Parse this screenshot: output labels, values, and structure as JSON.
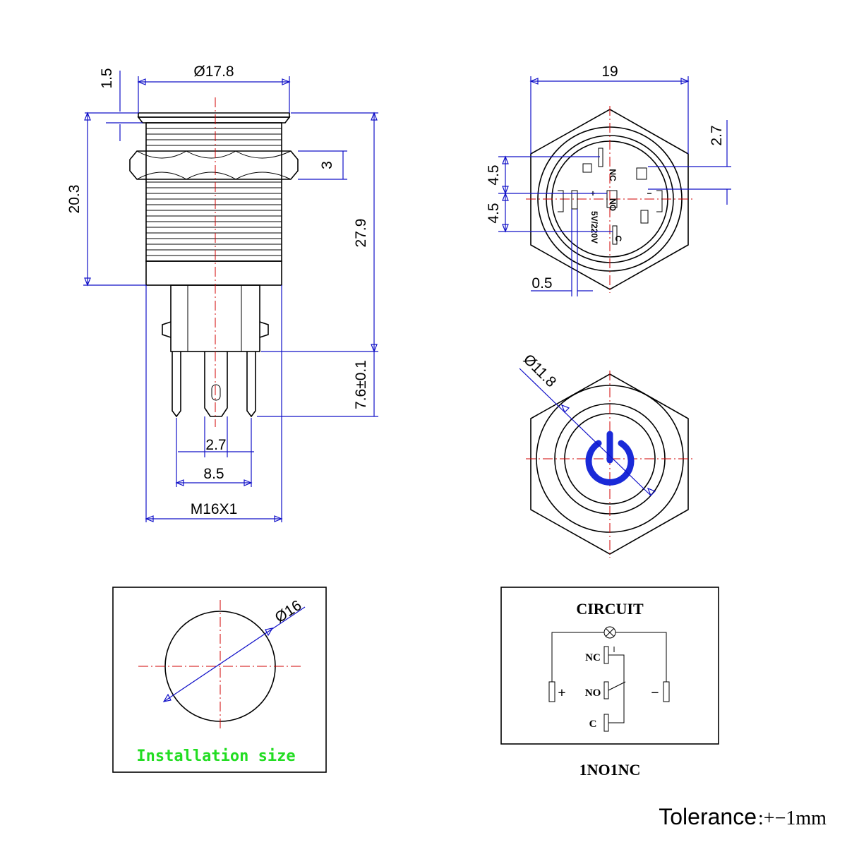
{
  "side_view": {
    "dim_flange_thickness": "1.5",
    "dim_head_diameter": "Ø17.8",
    "dim_nut_height": "3",
    "dim_body_length": "20.3",
    "dim_total_length": "27.9",
    "dim_terminal_length": "7.6±0.1",
    "dim_terminal_width": "2.7",
    "dim_terminal_spacing": "8.5",
    "dim_thread": "M16X1"
  },
  "rear_view": {
    "dim_hex_width": "19",
    "dim_pin_offset": "2.7",
    "dim_pitch_upper": "4.5",
    "dim_pitch_lower": "4.5",
    "dim_pin_thickness": "0.5",
    "pin_nc": "NC",
    "pin_no": "NO",
    "pin_c": "C",
    "pin_plus": "+",
    "pin_minus": "−",
    "pin_voltage": "5V/220V"
  },
  "front_view": {
    "dim_button_diameter": "Ø11.8",
    "symbol_icon": "power-symbol-icon",
    "ring_color": "#1a2ad8"
  },
  "installation": {
    "dim_hole_diameter": "Ø16",
    "caption": "Installation size",
    "caption_color": "#22dd22"
  },
  "circuit": {
    "title": "CIRCUIT",
    "label_nc": "NC",
    "label_no": "NO",
    "label_c": "C",
    "label_plus": "+",
    "label_minus": "−",
    "caption": "1NO1NC"
  },
  "tolerance": {
    "label": "Tolerance",
    "value": ":+−1mm"
  }
}
